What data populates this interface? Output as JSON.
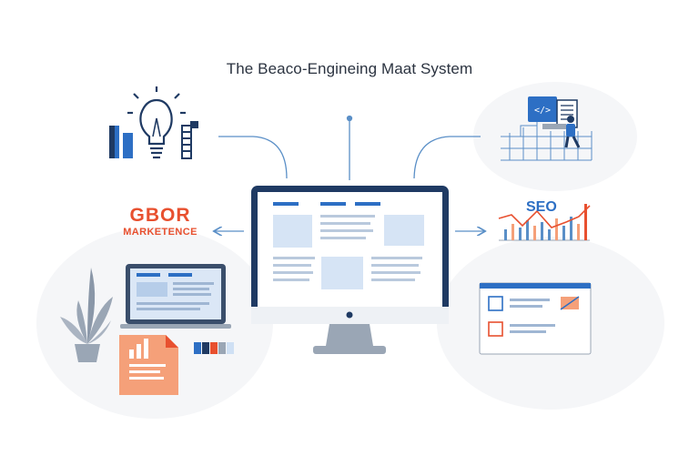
{
  "diagram": {
    "title": "The Beaco-Engineing Maat System",
    "brand_line1": "GBOR",
    "brand_line2": "MARKETENCE",
    "seo_label": "SEO",
    "code_glyph": "</>"
  },
  "colors": {
    "navy": "#1f3a63",
    "blue": "#2d6fc4",
    "light_blue": "#cfe0f4",
    "orange": "#e8502f",
    "peach": "#f5a079",
    "gray": "#9aa6b5",
    "connector": "#5a8fc7"
  },
  "icons": [
    "lightbulb-icon",
    "gear-icon",
    "laptop-icon",
    "plant-icon",
    "document-icon",
    "code-icon",
    "person-icon",
    "seo-chart-icon",
    "browser-window-icon",
    "monitor-icon"
  ]
}
